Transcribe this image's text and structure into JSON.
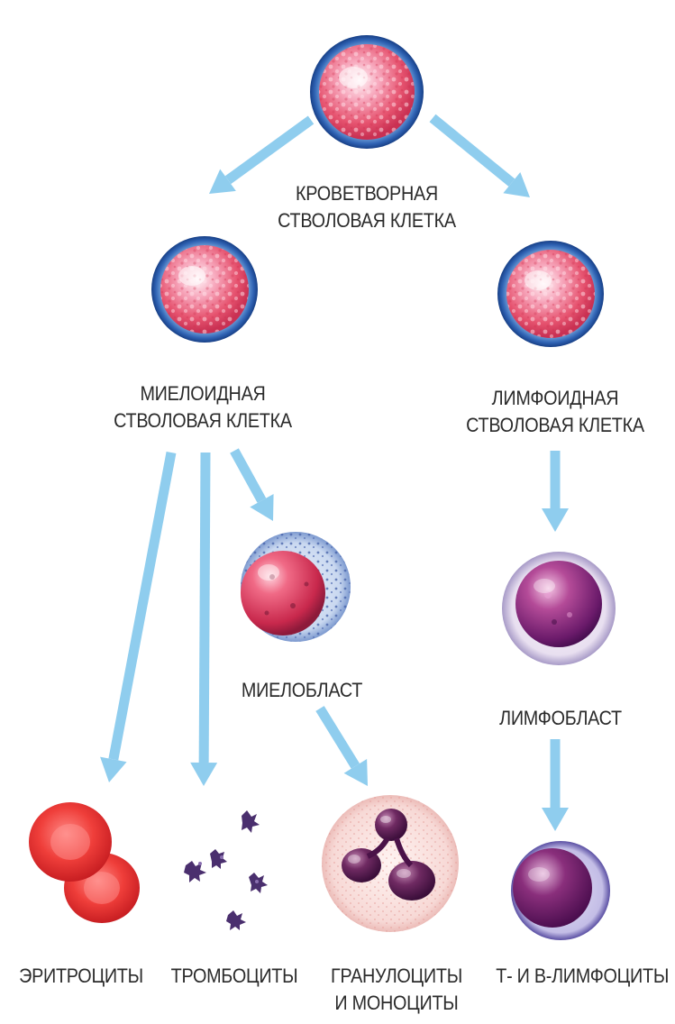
{
  "diagram": {
    "arrow_color": "#8fcdee",
    "nodes": {
      "hsc": {
        "lines": [
          "КРОВЕТВОРНАЯ",
          "СТВОЛОВАЯ КЛЕТКА"
        ],
        "icon": "stem-cell"
      },
      "myeloid": {
        "lines": [
          "МИЕЛОИДНАЯ",
          "СТВОЛОВАЯ КЛЕТКА"
        ],
        "icon": "stem-cell"
      },
      "lymphoid": {
        "lines": [
          "ЛИМФОИДНАЯ",
          "СТВОЛОВАЯ КЛЕТКА"
        ],
        "icon": "stem-cell"
      },
      "myeloblast": {
        "lines": [
          "МИЕЛОБЛАСТ"
        ],
        "icon": "myeloblast-cell"
      },
      "lymphoblast": {
        "lines": [
          "ЛИМФОБЛАСТ"
        ],
        "icon": "lymphoblast-cell"
      },
      "erythrocytes": {
        "lines": [
          "ЭРИТРОЦИТЫ"
        ],
        "icon": "red-blood-cells"
      },
      "thrombocytes": {
        "lines": [
          "ТРОМБОЦИТЫ"
        ],
        "icon": "platelets"
      },
      "granulocytes": {
        "lines": [
          "ГРАНУЛОЦИТЫ",
          "И МОНОЦИТЫ"
        ],
        "icon": "granulocyte-cell"
      },
      "lymphocytes": {
        "lines": [
          "Т- И В-ЛИМФОЦИТЫ"
        ],
        "icon": "lymphocyte-cell"
      }
    },
    "edges": [
      {
        "from": "hsc",
        "to": "myeloid"
      },
      {
        "from": "hsc",
        "to": "lymphoid"
      },
      {
        "from": "myeloid",
        "to": "erythrocytes"
      },
      {
        "from": "myeloid",
        "to": "thrombocytes"
      },
      {
        "from": "myeloid",
        "to": "myeloblast"
      },
      {
        "from": "myeloblast",
        "to": "granulocytes"
      },
      {
        "from": "lymphoid",
        "to": "lymphoblast"
      },
      {
        "from": "lymphoblast",
        "to": "lymphocytes"
      }
    ]
  }
}
